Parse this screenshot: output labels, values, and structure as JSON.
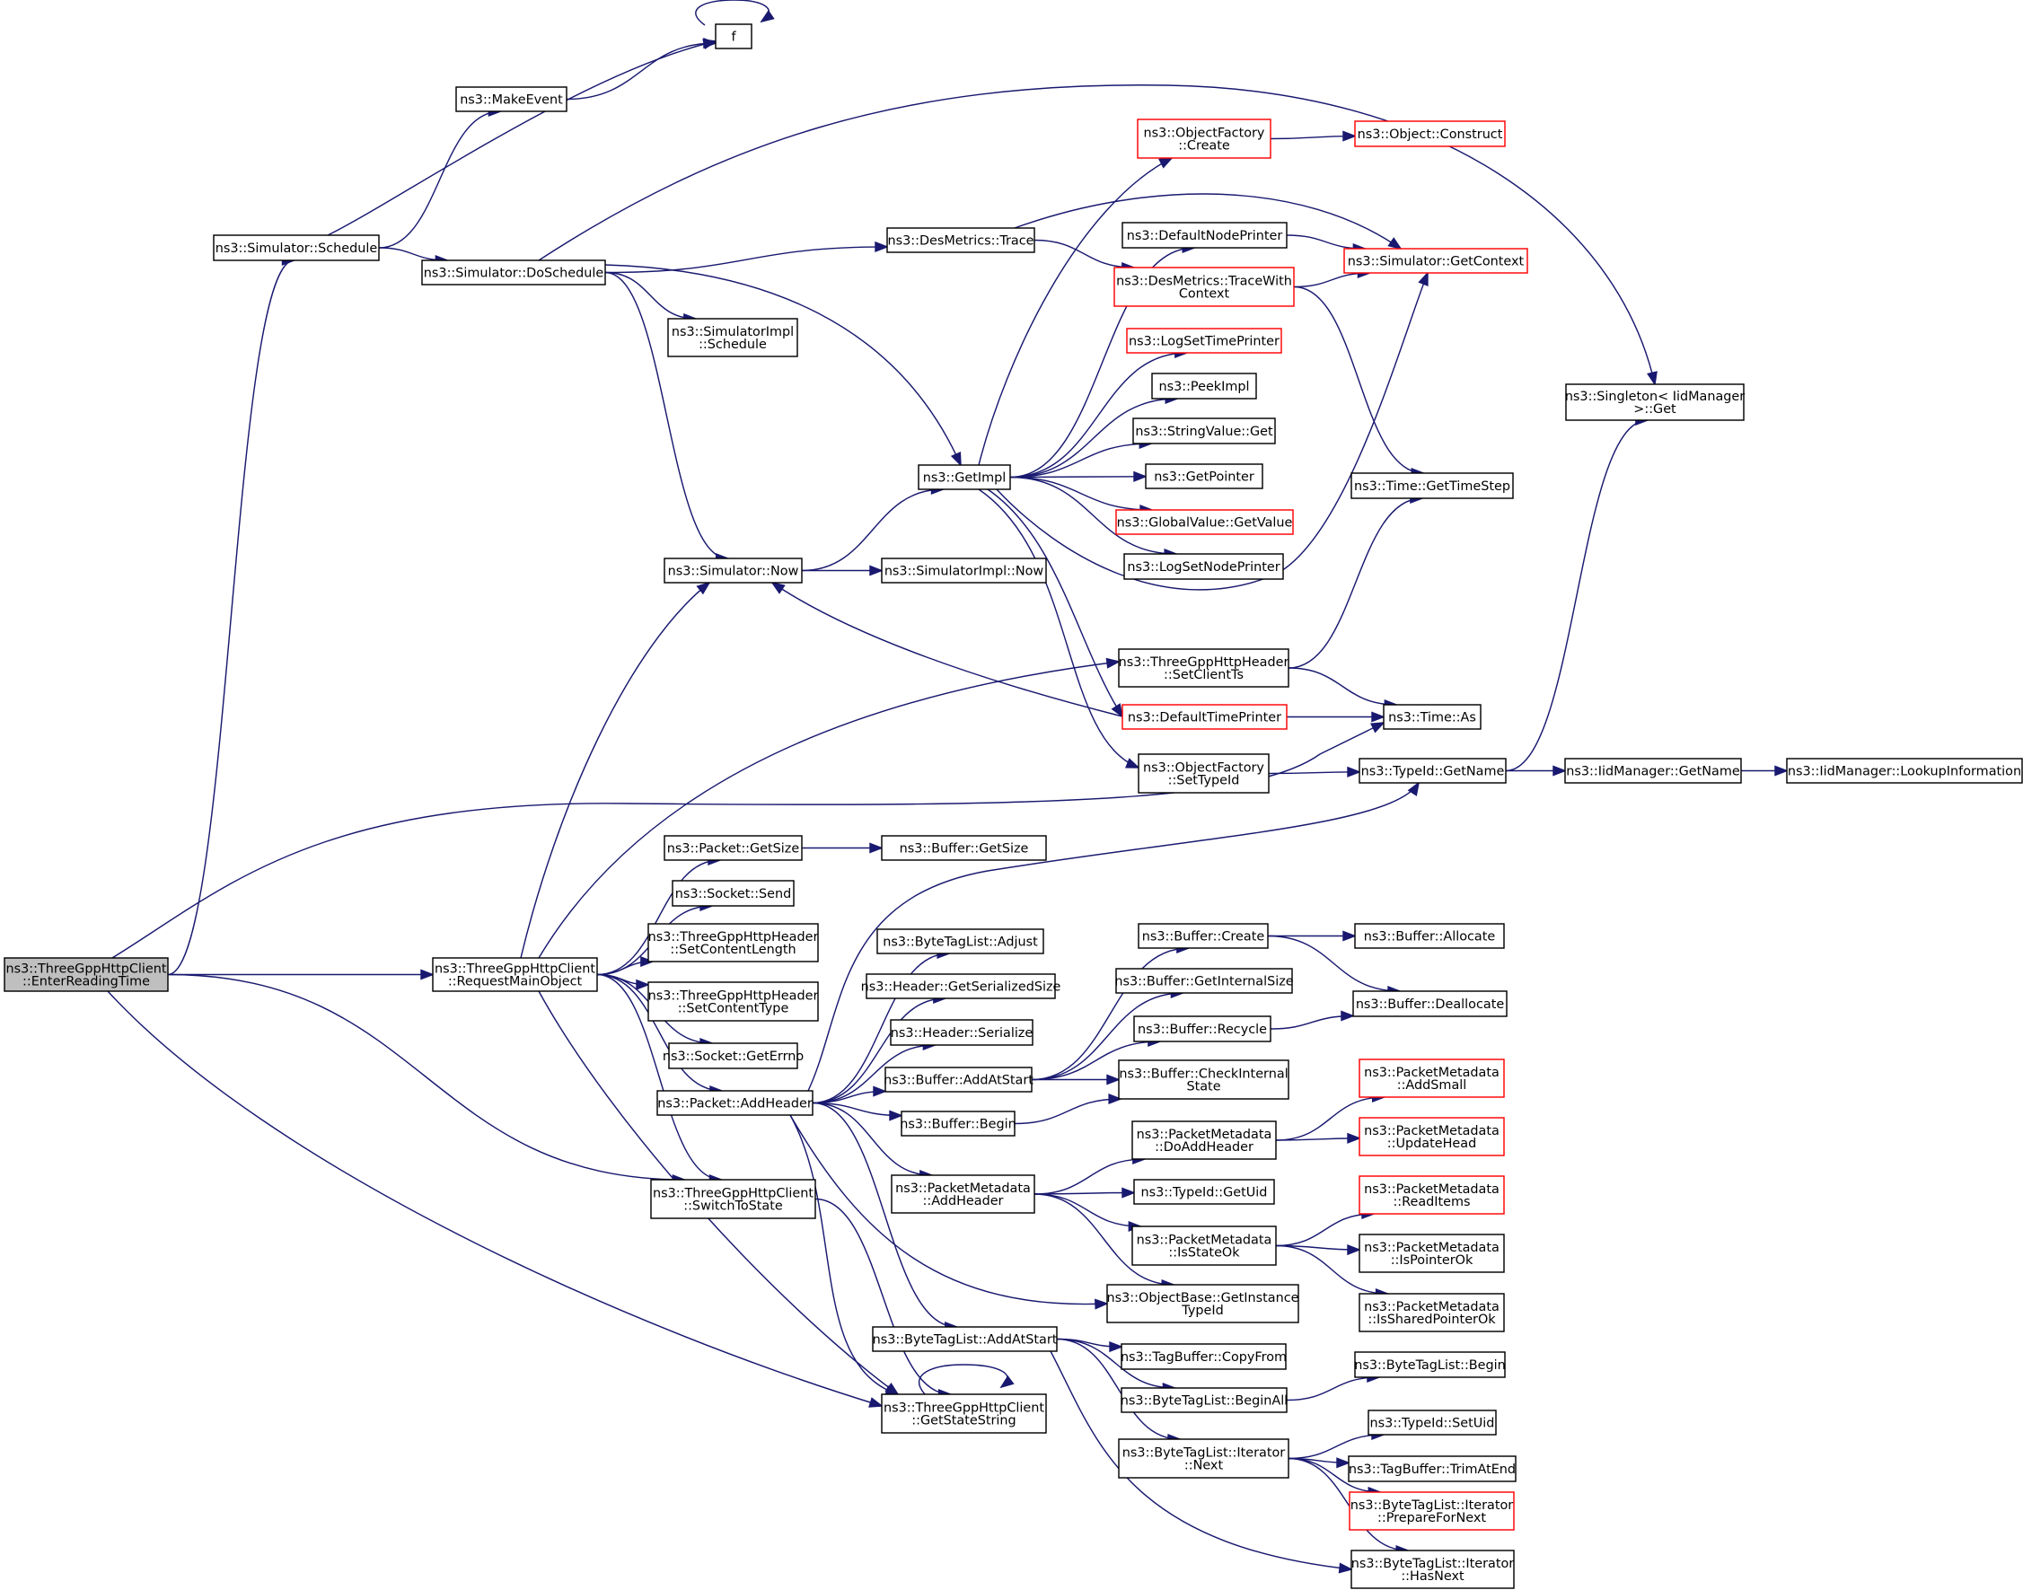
{
  "colors": {
    "edge": "#191970",
    "node_border": "#000000",
    "node_border_incomplete": "#ff0000",
    "root_fill": "#bfbfbf",
    "node_fill": "#ffffff"
  },
  "nodes": {
    "n0": {
      "label": [
        "ns3::ThreeGppHttpClient",
        "::EnterReadingTime"
      ],
      "kind": "root"
    },
    "n1": {
      "label": [
        "ns3::Simulator::Schedule"
      ]
    },
    "n2": {
      "label": [
        "ns3::MakeEvent"
      ]
    },
    "n3": {
      "label": [
        "f"
      ]
    },
    "n4": {
      "label": [
        "ns3::Simulator::DoSchedule"
      ]
    },
    "n5": {
      "label": [
        "ns3::DesMetrics::Trace"
      ]
    },
    "n6": {
      "label": [
        "ns3::Simulator::GetContext"
      ],
      "kind": "red"
    },
    "n7": {
      "label": [
        "ns3::DesMetrics::TraceWith",
        "Context"
      ],
      "kind": "red"
    },
    "n8": {
      "label": [
        "ns3::Time::GetTimeStep"
      ]
    },
    "n9": {
      "label": [
        "ns3::GetImpl"
      ]
    },
    "n10": {
      "label": [
        "ns3::DefaultNodePrinter"
      ]
    },
    "n11": {
      "label": [
        "ns3::DefaultTimePrinter"
      ],
      "kind": "red"
    },
    "n12": {
      "label": [
        "ns3::Simulator::Now"
      ]
    },
    "n13": {
      "label": [
        "ns3::SimulatorImpl::Now"
      ]
    },
    "n14": {
      "label": [
        "ns3::Time::As"
      ]
    },
    "n15": {
      "label": [
        "ns3::GlobalValue::GetValue"
      ],
      "kind": "red"
    },
    "n16": {
      "label": [
        "ns3::GetPointer"
      ]
    },
    "n17": {
      "label": [
        "ns3::LogSetNodePrinter"
      ]
    },
    "n18": {
      "label": [
        "ns3::LogSetTimePrinter"
      ],
      "kind": "red"
    },
    "n19": {
      "label": [
        "ns3::ObjectFactory",
        "::Create"
      ],
      "kind": "red"
    },
    "n20": {
      "label": [
        "ns3::Object::Construct"
      ],
      "kind": "red"
    },
    "n21": {
      "label": [
        "ns3::ObjectFactory",
        "::SetTypeId"
      ]
    },
    "n22": {
      "label": [
        "ns3::TypeId::GetName"
      ]
    },
    "n23": {
      "label": [
        "ns3::IidManager::GetName"
      ]
    },
    "n24": {
      "label": [
        "ns3::IidManager::LookupInformation"
      ]
    },
    "n25": {
      "label": [
        "ns3::Singleton< IidManager",
        ">::Get"
      ]
    },
    "n26": {
      "label": [
        "ns3::PeekImpl"
      ]
    },
    "n27": {
      "label": [
        "ns3::StringValue::Get"
      ]
    },
    "n28": {
      "label": [
        "ns3::SimulatorImpl",
        "::Schedule"
      ]
    },
    "n29": {
      "label": [
        "ns3::ThreeGppHttpClient",
        "::RequestMainObject"
      ]
    },
    "n30": {
      "label": [
        "ns3::Packet::AddHeader"
      ]
    },
    "n31": {
      "label": [
        "ns3::Buffer::AddAtStart"
      ]
    },
    "n32": {
      "label": [
        "ns3::Buffer::CheckInternal",
        "State"
      ]
    },
    "n33": {
      "label": [
        "ns3::Buffer::Create"
      ]
    },
    "n34": {
      "label": [
        "ns3::Buffer::Allocate"
      ]
    },
    "n35": {
      "label": [
        "ns3::Buffer::Deallocate"
      ]
    },
    "n36": {
      "label": [
        "ns3::Buffer::GetInternalSize"
      ]
    },
    "n37": {
      "label": [
        "ns3::Buffer::Recycle"
      ]
    },
    "n38": {
      "label": [
        "ns3::Buffer::Begin"
      ]
    },
    "n39": {
      "label": [
        "ns3::ByteTagList::AddAtStart"
      ]
    },
    "n40": {
      "label": [
        "ns3::ByteTagList::BeginAll"
      ]
    },
    "n41": {
      "label": [
        "ns3::ByteTagList::Begin"
      ]
    },
    "n42": {
      "label": [
        "ns3::ByteTagList::Iterator",
        "::HasNext"
      ]
    },
    "n43": {
      "label": [
        "ns3::ByteTagList::Iterator",
        "::Next"
      ]
    },
    "n44": {
      "label": [
        "ns3::ByteTagList::Iterator",
        "::PrepareForNext"
      ],
      "kind": "red"
    },
    "n45": {
      "label": [
        "ns3::TagBuffer::TrimAtEnd"
      ]
    },
    "n46": {
      "label": [
        "ns3::TypeId::SetUid"
      ]
    },
    "n47": {
      "label": [
        "ns3::TagBuffer::CopyFrom"
      ]
    },
    "n48": {
      "label": [
        "ns3::ByteTagList::Adjust"
      ]
    },
    "n49": {
      "label": [
        "ns3::Header::GetSerializedSize"
      ]
    },
    "n50": {
      "label": [
        "ns3::Header::Serialize"
      ]
    },
    "n51": {
      "label": [
        "ns3::ObjectBase::GetInstance",
        "TypeId"
      ]
    },
    "n52": {
      "label": [
        "ns3::PacketMetadata",
        "::AddHeader"
      ]
    },
    "n53": {
      "label": [
        "ns3::PacketMetadata",
        "::DoAddHeader"
      ]
    },
    "n54": {
      "label": [
        "ns3::PacketMetadata",
        "::AddSmall"
      ],
      "kind": "red"
    },
    "n55": {
      "label": [
        "ns3::PacketMetadata",
        "::UpdateHead"
      ],
      "kind": "red"
    },
    "n56": {
      "label": [
        "ns3::PacketMetadata",
        "::IsStateOk"
      ]
    },
    "n57": {
      "label": [
        "ns3::PacketMetadata",
        "::IsPointerOk"
      ]
    },
    "n58": {
      "label": [
        "ns3::PacketMetadata",
        "::IsSharedPointerOk"
      ]
    },
    "n59": {
      "label": [
        "ns3::PacketMetadata",
        "::ReadItems"
      ],
      "kind": "red"
    },
    "n60": {
      "label": [
        "ns3::TypeId::GetUid"
      ]
    },
    "n61": {
      "label": [
        "ns3::Packet::GetSize"
      ]
    },
    "n62": {
      "label": [
        "ns3::Buffer::GetSize"
      ]
    },
    "n63": {
      "label": [
        "ns3::Socket::GetErrno"
      ]
    },
    "n64": {
      "label": [
        "ns3::Socket::Send"
      ]
    },
    "n65": {
      "label": [
        "ns3::ThreeGppHttpClient",
        "::SwitchToState"
      ]
    },
    "n66": {
      "label": [
        "ns3::ThreeGppHttpClient",
        "::GetStateString"
      ]
    },
    "n67": {
      "label": [
        "ns3::ThreeGppHttpHeader",
        "::SetClientTs"
      ]
    },
    "n68": {
      "label": [
        "ns3::ThreeGppHttpHeader",
        "::SetContentLength"
      ]
    },
    "n69": {
      "label": [
        "ns3::ThreeGppHttpHeader",
        "::SetContentType"
      ]
    }
  },
  "edges": [
    [
      "n0",
      "n1"
    ],
    [
      "n0",
      "n29"
    ],
    [
      "n0",
      "n65"
    ],
    [
      "n0",
      "n66"
    ],
    [
      "n0",
      "n14"
    ],
    [
      "n1",
      "n2"
    ],
    [
      "n1",
      "n3"
    ],
    [
      "n1",
      "n4"
    ],
    [
      "n2",
      "n3"
    ],
    [
      "n3",
      "n3"
    ],
    [
      "n4",
      "n5"
    ],
    [
      "n4",
      "n9"
    ],
    [
      "n4",
      "n12"
    ],
    [
      "n4",
      "n28"
    ],
    [
      "n4",
      "n25"
    ],
    [
      "n5",
      "n6"
    ],
    [
      "n5",
      "n7"
    ],
    [
      "n7",
      "n6"
    ],
    [
      "n7",
      "n8"
    ],
    [
      "n9",
      "n10"
    ],
    [
      "n9",
      "n6"
    ],
    [
      "n9",
      "n11"
    ],
    [
      "n9",
      "n15"
    ],
    [
      "n9",
      "n16"
    ],
    [
      "n9",
      "n17"
    ],
    [
      "n9",
      "n18"
    ],
    [
      "n9",
      "n19"
    ],
    [
      "n9",
      "n21"
    ],
    [
      "n9",
      "n26"
    ],
    [
      "n9",
      "n27"
    ],
    [
      "n10",
      "n6"
    ],
    [
      "n11",
      "n12"
    ],
    [
      "n11",
      "n14"
    ],
    [
      "n12",
      "n9"
    ],
    [
      "n12",
      "n13"
    ],
    [
      "n19",
      "n20"
    ],
    [
      "n21",
      "n22"
    ],
    [
      "n22",
      "n23"
    ],
    [
      "n22",
      "n25"
    ],
    [
      "n23",
      "n24"
    ],
    [
      "n29",
      "n30"
    ],
    [
      "n29",
      "n61"
    ],
    [
      "n29",
      "n63"
    ],
    [
      "n29",
      "n64"
    ],
    [
      "n29",
      "n12"
    ],
    [
      "n29",
      "n65"
    ],
    [
      "n29",
      "n66"
    ],
    [
      "n29",
      "n67"
    ],
    [
      "n29",
      "n68"
    ],
    [
      "n29",
      "n69"
    ],
    [
      "n30",
      "n31"
    ],
    [
      "n30",
      "n38"
    ],
    [
      "n30",
      "n39"
    ],
    [
      "n30",
      "n48"
    ],
    [
      "n30",
      "n49"
    ],
    [
      "n30",
      "n50"
    ],
    [
      "n30",
      "n51"
    ],
    [
      "n30",
      "n52"
    ],
    [
      "n30",
      "n22"
    ],
    [
      "n30",
      "n66"
    ],
    [
      "n31",
      "n32"
    ],
    [
      "n31",
      "n33"
    ],
    [
      "n31",
      "n36"
    ],
    [
      "n31",
      "n37"
    ],
    [
      "n33",
      "n34"
    ],
    [
      "n33",
      "n35"
    ],
    [
      "n37",
      "n35"
    ],
    [
      "n38",
      "n32"
    ],
    [
      "n39",
      "n40"
    ],
    [
      "n39",
      "n42"
    ],
    [
      "n39",
      "n43"
    ],
    [
      "n39",
      "n47"
    ],
    [
      "n40",
      "n41"
    ],
    [
      "n43",
      "n42"
    ],
    [
      "n43",
      "n44"
    ],
    [
      "n43",
      "n45"
    ],
    [
      "n43",
      "n46"
    ],
    [
      "n52",
      "n53"
    ],
    [
      "n52",
      "n56"
    ],
    [
      "n52",
      "n51"
    ],
    [
      "n52",
      "n60"
    ],
    [
      "n53",
      "n54"
    ],
    [
      "n53",
      "n55"
    ],
    [
      "n56",
      "n57"
    ],
    [
      "n56",
      "n58"
    ],
    [
      "n56",
      "n59"
    ],
    [
      "n61",
      "n62"
    ],
    [
      "n65",
      "n66"
    ],
    [
      "n66",
      "n66"
    ],
    [
      "n67",
      "n8"
    ],
    [
      "n67",
      "n14"
    ]
  ]
}
